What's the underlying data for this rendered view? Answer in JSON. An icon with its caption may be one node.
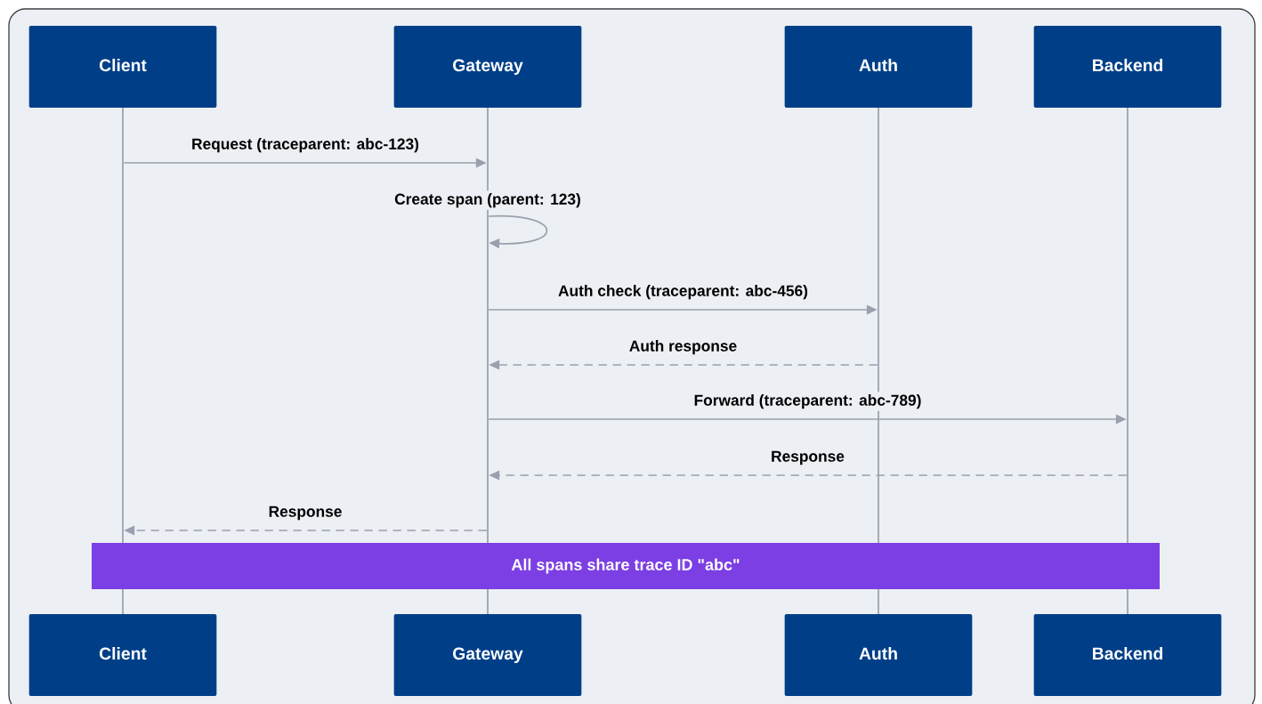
{
  "diagram": {
    "nodes": [
      {
        "text": [
          "Client"
        ]
      },
      {
        "text": [
          "Gateway"
        ]
      },
      {
        "text": [
          "Auth"
        ]
      },
      {
        "text": [
          "Backend"
        ]
      },
      {
        "text": [
          "Client"
        ]
      },
      {
        "text": [
          "Gateway"
        ]
      },
      {
        "text": [
          "Auth"
        ]
      },
      {
        "text": [
          "Backend"
        ]
      },
      {
        "text": [
          "All spans share trace ID \"abc\""
        ]
      },
      {
        "text": [],
        "shape": "line"
      },
      {
        "text": [],
        "shape": "line"
      },
      {
        "text": [],
        "shape": "line"
      },
      {
        "text": [],
        "shape": "line"
      }
    ],
    "edges": [
      {
        "from": 9,
        "to": 10,
        "arrow": "to",
        "label": "Request (traceparent: abc-123)"
      },
      {
        "from": 10,
        "to": 10,
        "arrow": "to",
        "label": "Create span (parent: 123)"
      },
      {
        "from": 10,
        "to": 11,
        "arrow": "to",
        "label": "Auth check (traceparent: abc-456)"
      },
      {
        "from": 11,
        "to": 10,
        "arrow": "to",
        "label": "Auth response",
        "style": "dashed"
      },
      {
        "from": 10,
        "to": 12,
        "arrow": "to",
        "label": "Forward (traceparent: abc-789)"
      },
      {
        "from": 12,
        "to": 10,
        "arrow": "to",
        "label": "Response",
        "style": "dashed"
      },
      {
        "from": 10,
        "to": 9,
        "arrow": "to",
        "label": "Response",
        "style": "dashed"
      }
    ]
  }
}
